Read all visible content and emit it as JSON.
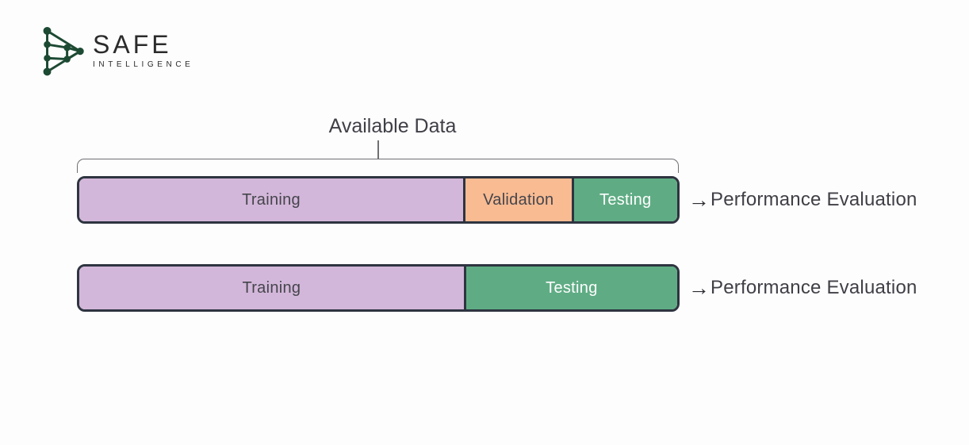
{
  "logo": {
    "brand_top": "SAFE",
    "brand_bottom": "INTELLIGENCE",
    "icon_color": "#1d4a33",
    "text_color": "#2b2b2b"
  },
  "diagram": {
    "bracket_label": "Available Data",
    "border_color": "#2e3440",
    "bracket_color": "#6f6f74",
    "rows": [
      {
        "segments": [
          {
            "label": "Training",
            "color": "#d3b7da",
            "text_color": "#45454c"
          },
          {
            "label": "Validation",
            "color": "#f8bb92",
            "text_color": "#45454c"
          },
          {
            "label": "Testing",
            "color": "#5fac84",
            "text_color": "#ffffff"
          }
        ],
        "arrow": "→",
        "result_label": "Performance Evaluation"
      },
      {
        "segments": [
          {
            "label": "Training",
            "color": "#d3b7da",
            "text_color": "#45454c"
          },
          {
            "label": "Testing",
            "color": "#5fac84",
            "text_color": "#ffffff"
          }
        ],
        "arrow": "→",
        "result_label": "Performance Evaluation"
      }
    ]
  }
}
